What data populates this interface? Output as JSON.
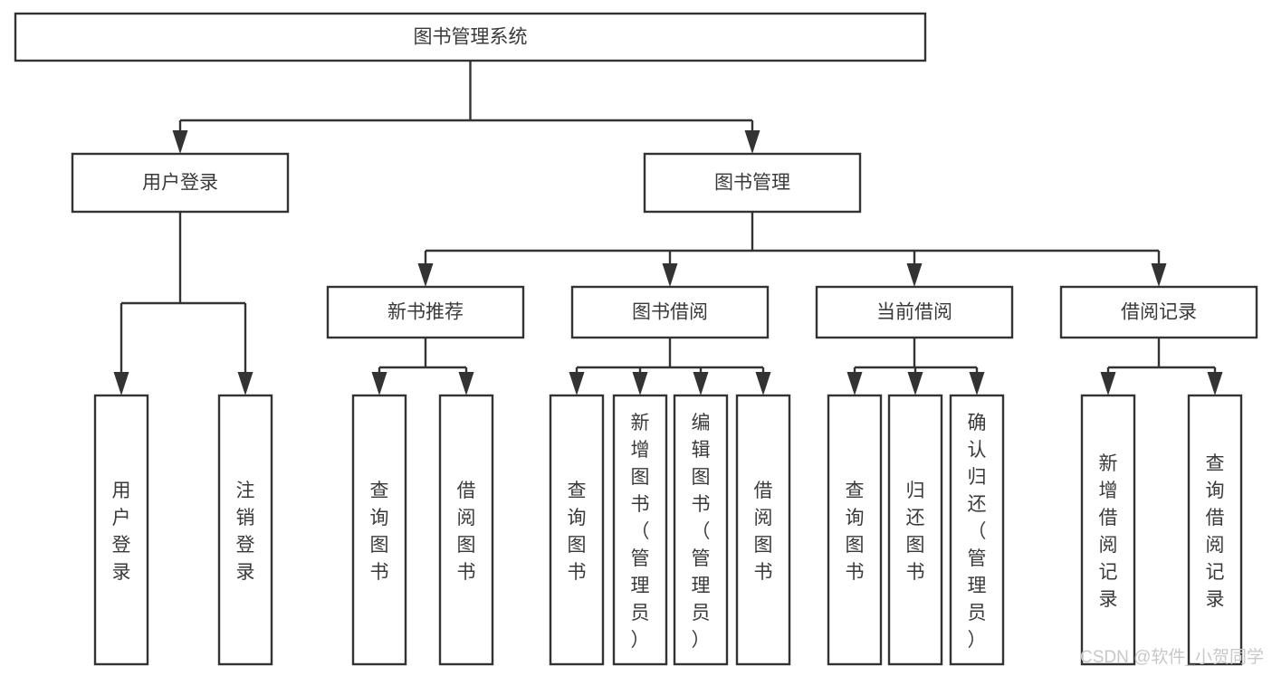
{
  "diagram": {
    "title": "图书管理系统",
    "type": "tree-hierarchy-chart",
    "orientation": "top-down",
    "colors": {
      "background": "#ffffff",
      "box_stroke": "#333333",
      "box_fill": "#ffffff",
      "connector": "#333333",
      "text": "#3a3a3a",
      "watermark": "#c8c8c8"
    },
    "nodes": {
      "root": {
        "label": "图书管理系统",
        "level": 0,
        "orientation": "horizontal"
      },
      "user_login": {
        "label": "用户登录",
        "level": 1,
        "orientation": "horizontal"
      },
      "book_manage": {
        "label": "图书管理",
        "level": 1,
        "orientation": "horizontal"
      },
      "new_book_rec": {
        "label": "新书推荐",
        "level": 2,
        "orientation": "horizontal"
      },
      "book_borrow": {
        "label": "图书借阅",
        "level": 2,
        "orientation": "horizontal"
      },
      "current_borrow": {
        "label": "当前借阅",
        "level": 2,
        "orientation": "horizontal"
      },
      "borrow_record": {
        "label": "借阅记录",
        "level": 2,
        "orientation": "horizontal"
      },
      "leaf_user_login": {
        "label": "用户登录",
        "level": 3,
        "orientation": "vertical"
      },
      "leaf_logout": {
        "label": "注销登录",
        "level": 3,
        "orientation": "vertical"
      },
      "leaf_query_book_rec": {
        "label": "查询图书",
        "level": 3,
        "orientation": "vertical"
      },
      "leaf_borrow_book_rec": {
        "label": "借阅图书",
        "level": 3,
        "orientation": "vertical"
      },
      "leaf_query_book_bb": {
        "label": "查询图书",
        "level": 3,
        "orientation": "vertical"
      },
      "leaf_add_book": {
        "label": "新增图书（管理员）",
        "level": 3,
        "orientation": "vertical"
      },
      "leaf_edit_book": {
        "label": "编辑图书（管理员）",
        "level": 3,
        "orientation": "vertical"
      },
      "leaf_borrow_book_bb": {
        "label": "借阅图书",
        "level": 3,
        "orientation": "vertical"
      },
      "leaf_query_book_cb": {
        "label": "查询图书",
        "level": 3,
        "orientation": "vertical"
      },
      "leaf_return_book": {
        "label": "归还图书",
        "level": 3,
        "orientation": "vertical"
      },
      "leaf_confirm_return": {
        "label": "确认归还（管理员）",
        "level": 3,
        "orientation": "vertical"
      },
      "leaf_add_record": {
        "label": "新增借阅记录",
        "level": 3,
        "orientation": "vertical"
      },
      "leaf_query_record": {
        "label": "查询借阅记录",
        "level": 3,
        "orientation": "vertical"
      }
    },
    "edges": [
      {
        "from": "root",
        "to": "user_login"
      },
      {
        "from": "root",
        "to": "book_manage"
      },
      {
        "from": "user_login",
        "to": "leaf_user_login"
      },
      {
        "from": "user_login",
        "to": "leaf_logout"
      },
      {
        "from": "book_manage",
        "to": "new_book_rec"
      },
      {
        "from": "book_manage",
        "to": "book_borrow"
      },
      {
        "from": "book_manage",
        "to": "current_borrow"
      },
      {
        "from": "book_manage",
        "to": "borrow_record"
      },
      {
        "from": "new_book_rec",
        "to": "leaf_query_book_rec"
      },
      {
        "from": "new_book_rec",
        "to": "leaf_borrow_book_rec"
      },
      {
        "from": "book_borrow",
        "to": "leaf_query_book_bb"
      },
      {
        "from": "book_borrow",
        "to": "leaf_add_book"
      },
      {
        "from": "book_borrow",
        "to": "leaf_edit_book"
      },
      {
        "from": "book_borrow",
        "to": "leaf_borrow_book_bb"
      },
      {
        "from": "current_borrow",
        "to": "leaf_query_book_cb"
      },
      {
        "from": "current_borrow",
        "to": "leaf_return_book"
      },
      {
        "from": "current_borrow",
        "to": "leaf_confirm_return"
      },
      {
        "from": "borrow_record",
        "to": "leaf_add_record"
      },
      {
        "from": "borrow_record",
        "to": "leaf_query_record"
      }
    ]
  },
  "watermark": {
    "text": "CSDN @软件_小贺同学"
  }
}
